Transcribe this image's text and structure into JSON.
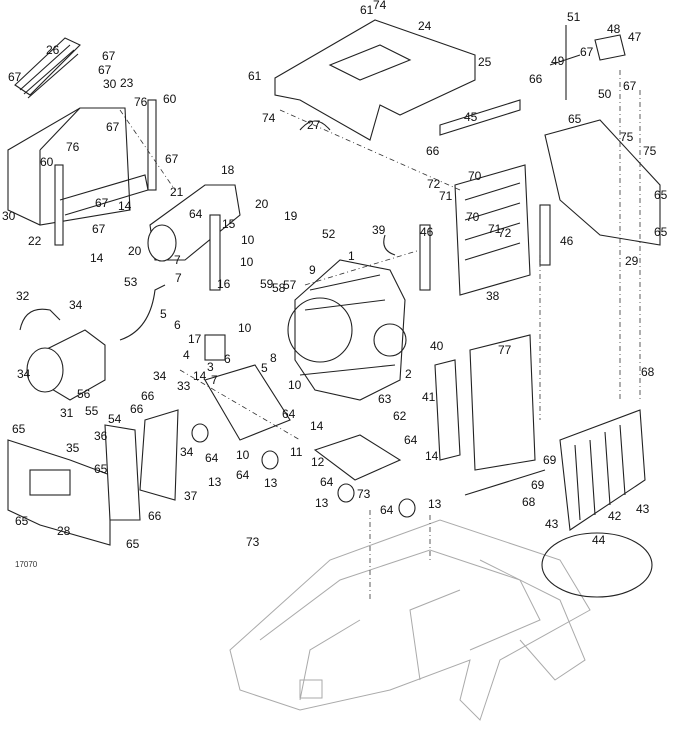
{
  "figure_id": "17070",
  "callouts": [
    "61",
    "74",
    "24",
    "25",
    "61",
    "74",
    "27",
    "26",
    "67",
    "67",
    "67",
    "30",
    "23",
    "76",
    "60",
    "67",
    "67",
    "60",
    "76",
    "67",
    "67",
    "30",
    "22",
    "14",
    "14",
    "18",
    "21",
    "64",
    "15",
    "10",
    "10",
    "20",
    "19",
    "52",
    "9",
    "20",
    "7",
    "7",
    "53",
    "59",
    "58",
    "57",
    "1",
    "39",
    "46",
    "16",
    "5",
    "6",
    "10",
    "17",
    "4",
    "6",
    "5",
    "3",
    "7",
    "14",
    "8",
    "10",
    "45",
    "66",
    "66",
    "72",
    "71",
    "70",
    "70",
    "71",
    "72",
    "48",
    "47",
    "51",
    "67",
    "67",
    "49",
    "50",
    "65",
    "75",
    "75",
    "65",
    "65",
    "29",
    "46",
    "38",
    "40",
    "2",
    "41",
    "77",
    "63",
    "62",
    "64",
    "14",
    "12",
    "64",
    "13",
    "73",
    "64",
    "13",
    "11",
    "64",
    "14",
    "10",
    "64",
    "64",
    "13",
    "13",
    "68",
    "69",
    "69",
    "68",
    "42",
    "43",
    "43",
    "44",
    "73",
    "32",
    "34",
    "34",
    "31",
    "56",
    "55",
    "54",
    "34",
    "33",
    "66",
    "66",
    "34",
    "36",
    "35",
    "37",
    "66",
    "65",
    "65",
    "65",
    "28",
    "65"
  ]
}
